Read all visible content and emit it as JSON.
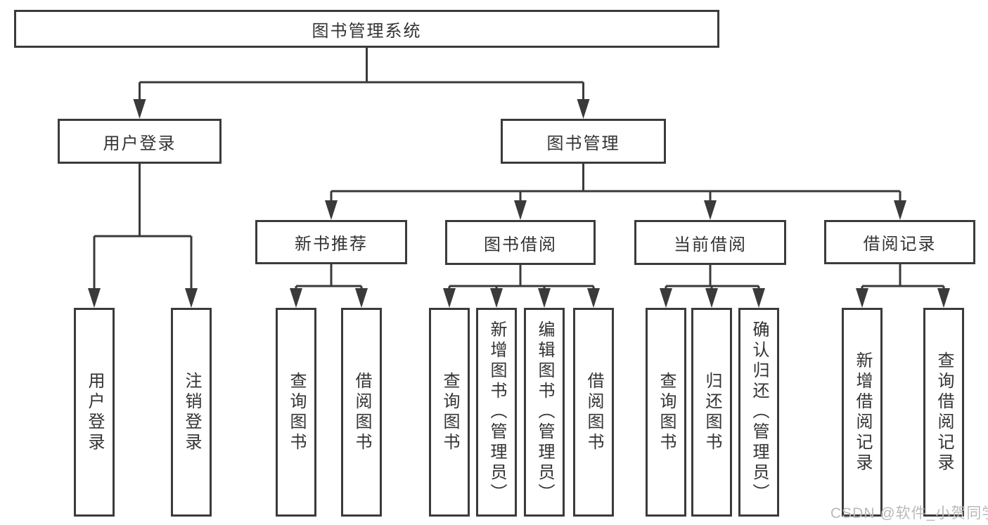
{
  "diagram": {
    "root": {
      "label": "图书管理系统"
    },
    "level2": {
      "user_login": {
        "label": "用户登录"
      },
      "book_management": {
        "label": "图书管理"
      }
    },
    "level3": {
      "new_book_recommend": {
        "label": "新书推荐"
      },
      "book_borrow": {
        "label": "图书借阅"
      },
      "current_borrow": {
        "label": "当前借阅"
      },
      "borrow_records": {
        "label": "借阅记录"
      }
    },
    "leaves": {
      "user_login": [
        "用户登录",
        "注销登录"
      ],
      "new_book_recommend": [
        "查询图书",
        "借阅图书"
      ],
      "book_borrow": [
        "查询图书",
        "新增图书（管理员）",
        "编辑图书（管理员）",
        "借阅图书"
      ],
      "current_borrow": [
        "查询图书",
        "归还图书",
        "确认归还（管理员）"
      ],
      "borrow_records": [
        "新增借阅记录",
        "查询借阅记录"
      ]
    },
    "watermark": "CSDN @软件_小贺同学",
    "colors": {
      "line": "#3a3a3a",
      "text": "#333333",
      "watermark": "#b9b9b9",
      "background": "#ffffff"
    }
  }
}
